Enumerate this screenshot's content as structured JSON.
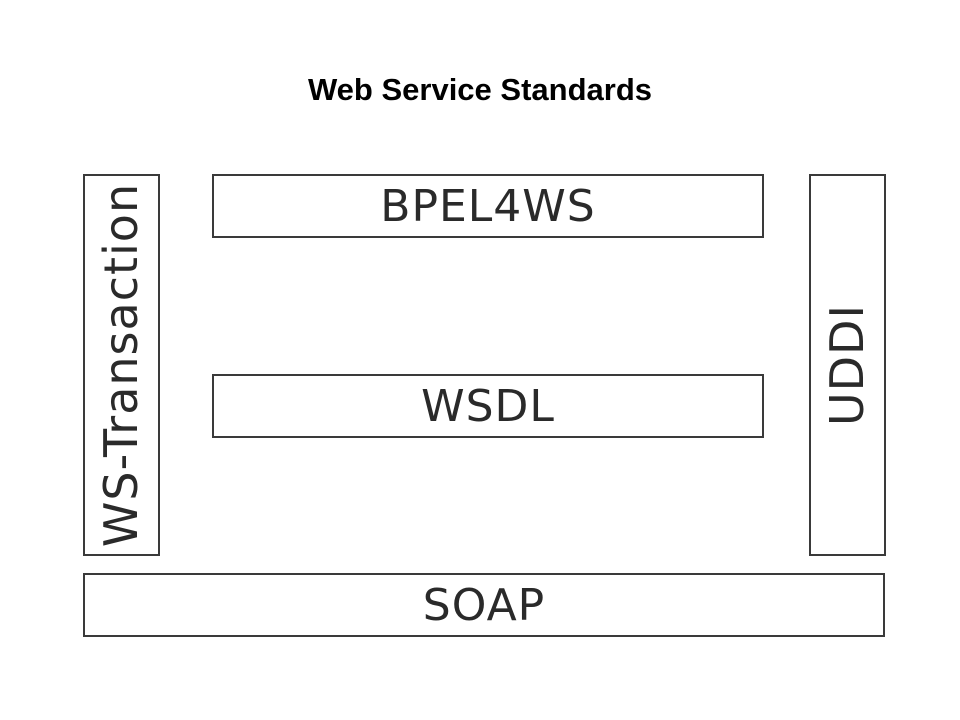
{
  "title": "Web Service Standards",
  "layers": {
    "bpel4ws": "BPEL4WS",
    "wsdl": "WSDL",
    "soap": "SOAP",
    "ws_transaction": "WS-Transaction",
    "uddi": "UDDI"
  },
  "colors": {
    "border": "#3a3a3a",
    "text": "#2a2a2a",
    "background": "#ffffff"
  }
}
